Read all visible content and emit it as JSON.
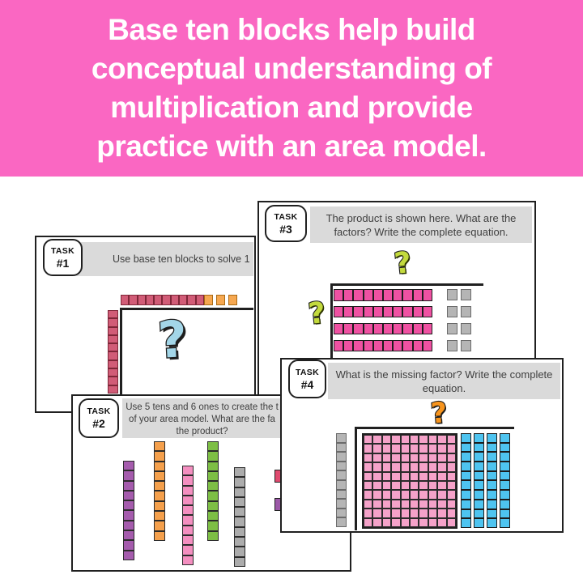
{
  "banner": {
    "bg": "#FA67C2",
    "text_color": "#FFFFFF",
    "lines": [
      "Base ten blocks help build",
      "conceptual understanding of",
      "multiplication and provide",
      "practice with an area model."
    ]
  },
  "task1": {
    "badge_top": "TASK",
    "badge_num": "#1",
    "prompt": "Use base ten blocks to solve 1",
    "qm": "?",
    "qm_color": "#A3D6E8"
  },
  "task2": {
    "badge_top": "TASK",
    "badge_num": "#2",
    "prompt_line1": "Use 5 tens and 6 ones to create the t",
    "prompt_line2": "of your area model. What are the fa",
    "prompt_line3": "the product?"
  },
  "task3": {
    "badge_top": "TASK",
    "badge_num": "#3",
    "prompt_line1": "The product is shown here. What are the",
    "prompt_line2": "factors? Write the complete equation.",
    "qm": "?",
    "qm_color": "#C3DA3D"
  },
  "task4": {
    "badge_top": "TASK",
    "badge_num": "#4",
    "prompt_line1": "What is the missing factor? Write the complete",
    "prompt_line2": "equation.",
    "qm": "?",
    "qm_color": "#F7941D"
  },
  "blocks": {
    "task1": {
      "horizontal_ten_units": 10,
      "rod_fill": "#D15C77",
      "rod_edge": "#7E2638",
      "ones_count": 3,
      "one_fill": "#F6A851",
      "one_edge": "#A96A14",
      "vertical_ten_units": 10
    },
    "task2": {
      "rod_units": 10,
      "edge": "#2b2b2b",
      "rods": [
        {
          "fill": "#A55CAD"
        },
        {
          "fill": "#F5A04C"
        },
        {
          "fill": "#F48FC0"
        },
        {
          "fill": "#7DBE45"
        },
        {
          "fill": "#ACACAC"
        }
      ],
      "ones": [
        {
          "fill": "#E04A6F"
        },
        {
          "fill": "#9C59A8"
        }
      ]
    },
    "task3": {
      "rows": 4,
      "tens_per_row": 10,
      "ones_per_row": 2,
      "ten_fill": "#EF51A2",
      "ten_edge": "#1c1c1c",
      "one_fill": "#B5B5B5",
      "one_edge": "#6b6b6b"
    },
    "task4": {
      "flat_rows": 10,
      "flat_cols": 10,
      "flat_fill": "#F5A2C9",
      "flat_edge": "#2a2a2a",
      "blue_rod_count": 4,
      "rod_units": 10,
      "blue_fill": "#4EC4F0",
      "blue_edge": "#1c1c1c",
      "gray_rod_units": 10,
      "gray_fill": "#B5B5B5",
      "gray_edge": "#6b6b6b"
    }
  }
}
